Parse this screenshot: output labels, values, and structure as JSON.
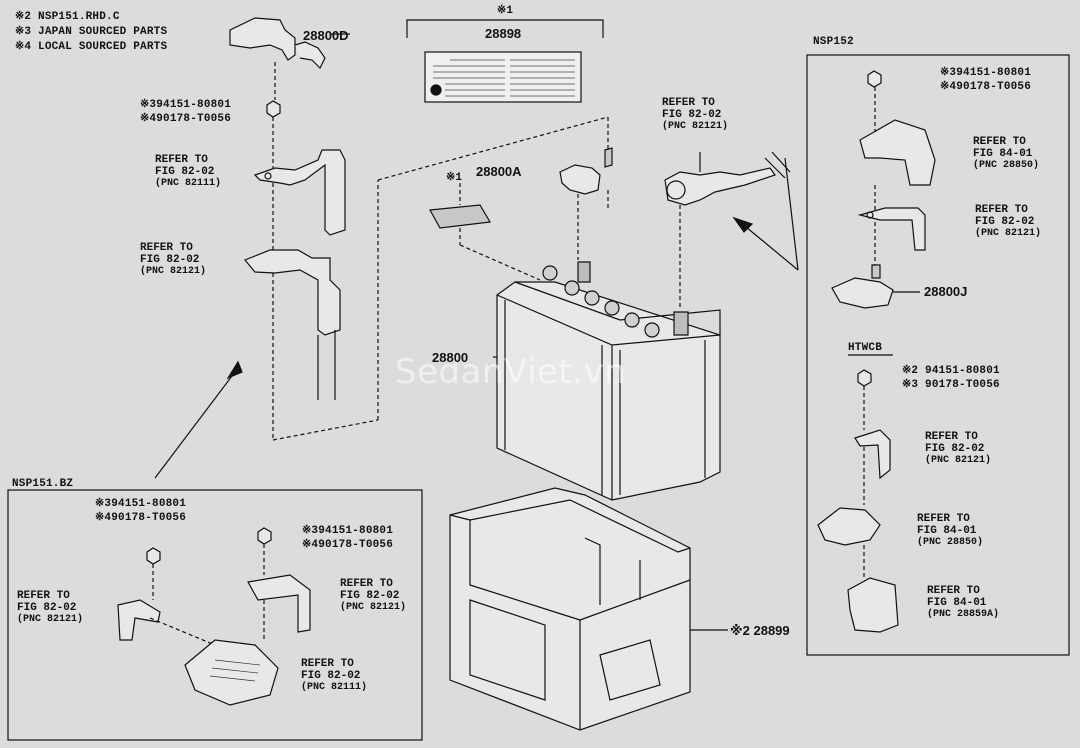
{
  "notes": {
    "n2": "※2 NSP151.RHD.C",
    "n3": "※3 JAPAN SOURCED PARTS",
    "n4": "※4 LOCAL SOURCED PARTS"
  },
  "label_star1": "※1",
  "label_badge": "※1",
  "parts": {
    "p28898": "28898",
    "p28800D": "28800D",
    "p28800A": "28800A",
    "p28800": "28800",
    "p28800J": "28800J",
    "p28899": "※2 28899"
  },
  "nuts": {
    "left_a": "※394151-80801",
    "left_b": "※490178-T0056",
    "bz1_a": "※394151-80801",
    "bz1_b": "※490178-T0056",
    "bz2_a": "※394151-80801",
    "bz2_b": "※490178-T0056",
    "n152_a": "※394151-80801",
    "n152_b": "※490178-T0056",
    "htwcb_a": "※2 94151-80801",
    "htwcb_b": "※3 90178-T0056"
  },
  "refs": {
    "l1": {
      "r": "REFER TO",
      "f": "FIG 82-02",
      "p": "(PNC 82111)"
    },
    "l2": {
      "r": "REFER TO",
      "f": "FIG 82-02",
      "p": "(PNC 82121)"
    },
    "c1": {
      "r": "REFER TO",
      "f": "FIG 82-02",
      "p": "(PNC 82121)"
    },
    "r1": {
      "r": "REFER TO",
      "f": "FIG 84-01",
      "p": "(PNC 28850)"
    },
    "r2": {
      "r": "REFER TO",
      "f": "FIG 82-02",
      "p": "(PNC 82121)"
    },
    "h1": {
      "r": "REFER TO",
      "f": "FIG 82-02",
      "p": "(PNC 82121)"
    },
    "h2": {
      "r": "REFER TO",
      "f": "FIG 84-01",
      "p": "(PNC 28850)"
    },
    "h3": {
      "r": "REFER TO",
      "f": "FIG 84-01",
      "p": "(PNC 28859A)"
    },
    "b1": {
      "r": "REFER TO",
      "f": "FIG 82-02",
      "p": "(PNC 82121)"
    },
    "b2": {
      "r": "REFER TO",
      "f": "FIG 82-02",
      "p": "(PNC 82121)"
    },
    "b3": {
      "r": "REFER TO",
      "f": "FIG 82-02",
      "p": "(PNC 82111)"
    }
  },
  "boxes": {
    "nsp152": "NSP152",
    "nsp151bz": "NSP151.BZ",
    "htwcb": "HTWCB"
  },
  "watermark": "SedanViet.vn"
}
